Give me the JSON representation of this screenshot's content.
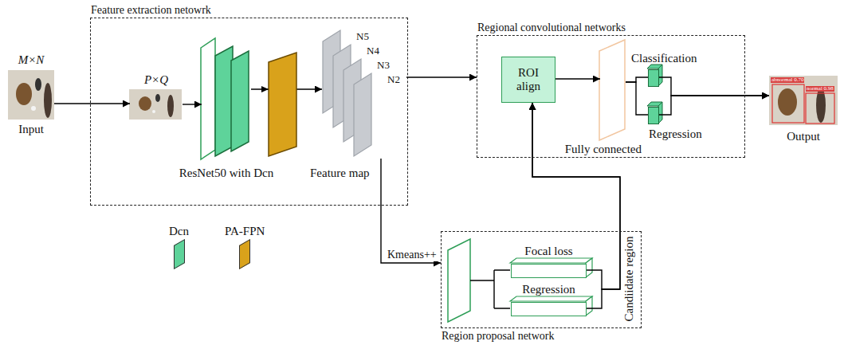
{
  "diagram": {
    "nodes": [
      {
        "text": [
          "M×N",
          "Input"
        ]
      },
      {
        "text": [
          "Feature extraction netowrk"
        ]
      },
      {
        "text": [
          "P×Q"
        ],
        "in": 1
      },
      {
        "text": [
          "ResNet50 with Dcn"
        ],
        "in": 1
      },
      {
        "text": [
          "N5",
          "N4",
          "N3",
          "N2",
          "Feature map"
        ],
        "in": 1
      },
      {
        "text": [
          "Regional convolutional networks"
        ]
      },
      {
        "text": [
          "ROI align"
        ],
        "in": 5
      },
      {
        "text": [
          "Fully connected"
        ],
        "in": 5
      },
      {
        "text": [
          "Classification"
        ],
        "in": 5
      },
      {
        "text": [
          "Regression"
        ],
        "in": 5
      },
      {
        "text": [
          "Output"
        ]
      },
      {
        "text": [
          "Region proposal network"
        ]
      },
      {
        "text": [
          "Focal loss"
        ],
        "in": 11
      },
      {
        "text": [
          "Regression"
        ],
        "in": 11
      }
    ],
    "edges": [
      {
        "from": 0,
        "to": 2,
        "arrow": "to"
      },
      {
        "from": 2,
        "to": 3,
        "arrow": "to"
      },
      {
        "from": 3,
        "to": 4,
        "arrow": "to"
      },
      {
        "from": 4,
        "to": 5,
        "arrow": "to"
      },
      {
        "from": 6,
        "to": 7,
        "arrow": "to"
      },
      {
        "from": 7,
        "to": 8,
        "arrow": "none"
      },
      {
        "from": 7,
        "to": 9,
        "arrow": "none"
      },
      {
        "from": 8,
        "to": 10,
        "arrow": "to"
      },
      {
        "from": 9,
        "to": 10,
        "arrow": "to"
      },
      {
        "from": 4,
        "to": 11,
        "label": "Kmeans++",
        "arrow": "to"
      },
      {
        "from": 12,
        "to": 6,
        "label": "Candiidate region",
        "arrow": "to"
      },
      {
        "from": 13,
        "to": 6,
        "arrow": "to"
      }
    ],
    "labels": [
      "abnormal 0.70",
      "normal 0.98"
    ],
    "legend": [
      {
        "text": "Dcn",
        "color": "#5ed39a"
      },
      {
        "text": "PA-FPN",
        "color": "#d9a21b"
      }
    ]
  }
}
